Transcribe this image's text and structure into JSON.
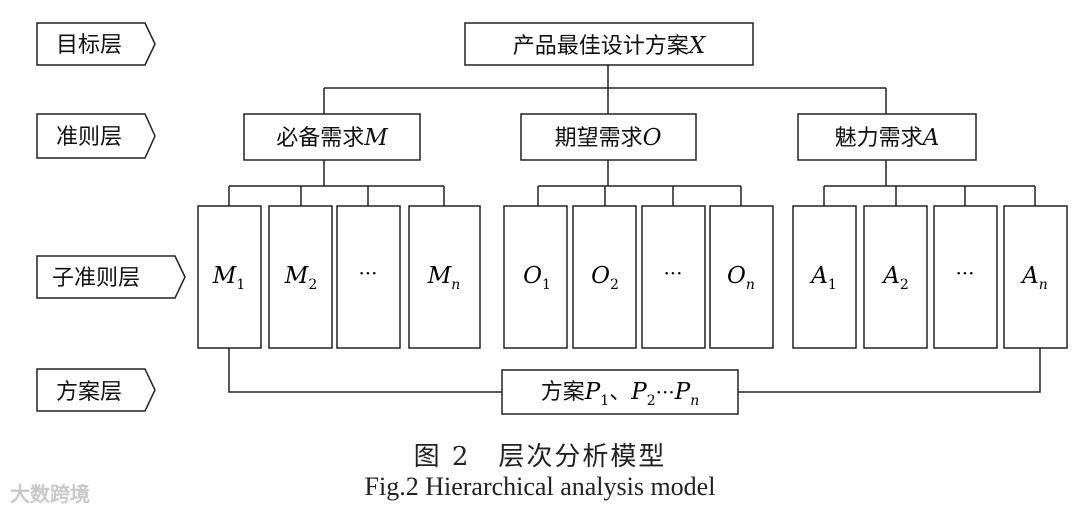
{
  "layers": {
    "goal": "目标层",
    "criteria": "准则层",
    "subcriteria": "子准则层",
    "scheme": "方案层"
  },
  "goal_node": {
    "text": "产品最佳设计方案",
    "symbol": "X"
  },
  "criteria_nodes": [
    {
      "id": "must",
      "text": "必备需求",
      "symbol": "M"
    },
    {
      "id": "expected",
      "text": "期望需求",
      "symbol": "O"
    },
    {
      "id": "attractive",
      "text": "魅力需求",
      "symbol": "A"
    }
  ],
  "subcriteria_groups": [
    {
      "letter": "M",
      "items": [
        {
          "base": "M",
          "sub": "1"
        },
        {
          "base": "M",
          "sub": "2"
        },
        {
          "ellipsis": "···"
        },
        {
          "base": "M",
          "sub": "n"
        }
      ]
    },
    {
      "letter": "O",
      "items": [
        {
          "base": "O",
          "sub": "1"
        },
        {
          "base": "O",
          "sub": "2"
        },
        {
          "ellipsis": "···"
        },
        {
          "base": "O",
          "sub": "n"
        }
      ]
    },
    {
      "letter": "A",
      "items": [
        {
          "base": "A",
          "sub": "1"
        },
        {
          "base": "A",
          "sub": "2"
        },
        {
          "ellipsis": "···"
        },
        {
          "base": "A",
          "sub": "n"
        }
      ]
    }
  ],
  "scheme_node": {
    "prefix": "方案",
    "p": "P",
    "sub1": "1",
    "sep": "、",
    "sub2": "2",
    "dots": "···",
    "subn": "n"
  },
  "caption": {
    "cn": "图 2　层次分析模型",
    "en": "Fig.2 Hierarchical analysis model"
  },
  "watermark": "大数跨境"
}
